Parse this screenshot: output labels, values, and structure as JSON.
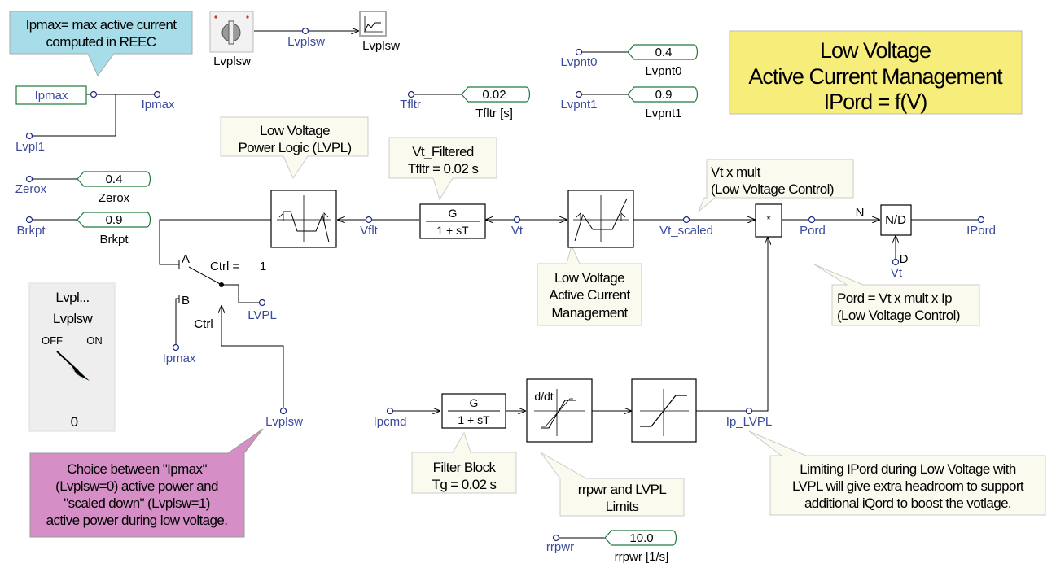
{
  "title": {
    "line1": "Low Voltage",
    "line2": "Active Current Management",
    "line3": "IPord = f(V)"
  },
  "colors": {
    "title_bg": "#f7ed7a",
    "note_cyan": "#a6dde9",
    "note_pink": "#d58fc6",
    "callout_bg": "#fafaee",
    "signal_label": "#3a4a9c",
    "constant_border": "#1e7a3a"
  },
  "notes": {
    "ipmax_note": {
      "line1": "Ipmax= max active current",
      "line2": "computed in REEC"
    },
    "lvpl_logic": {
      "line1": "Low Voltage",
      "line2": "Power Logic (LVPL)"
    },
    "vt_filtered": {
      "line1": "Vt_Filtered",
      "line2": "Tfltr = 0.02 s"
    },
    "vt_mult": {
      "line1": "Vt x mult",
      "line2": "(Low Voltage Control)"
    },
    "lv_acm": {
      "line1": "Low Voltage",
      "line2": "Active Current",
      "line3": "Management"
    },
    "pord_note": {
      "line1": "Pord = Vt x mult x Ip",
      "line2": "(Low Voltage Control)"
    },
    "choice_note": {
      "line1": "Choice between \"Ipmax\"",
      "line2": "(Lvplsw=0) active power and",
      "line3": "\"scaled down\" (Lvplsw=1)",
      "line4": "active power during low voltage."
    },
    "filter_block": {
      "line1": "Filter Block",
      "line2": "Tg = 0.02 s"
    },
    "rrpwr_note": {
      "line1": "rrpwr and LVPL",
      "line2": "Limits"
    },
    "limit_note": {
      "line1": "Limiting IPord during Low Voltage with",
      "line2": "LVPL will give extra headroom to support",
      "line3": "additional iQord to boost the votlage."
    }
  },
  "constants": {
    "ipmax": {
      "value": "Ipmax",
      "port": "Ipmax"
    },
    "zerox": {
      "value": "0.4",
      "name": "Zerox",
      "port": "Zerox"
    },
    "brkpt": {
      "value": "0.9",
      "name": "Brkpt",
      "port": "Brkpt"
    },
    "tfltr": {
      "value": "0.02",
      "name": "Tfltr [s]",
      "port": "Tfltr"
    },
    "lvpnt0": {
      "value": "0.4",
      "name": "Lvpnt0",
      "port": "Lvpnt0"
    },
    "lvpnt1": {
      "value": "0.9",
      "name": "Lvpnt1",
      "port": "Lvpnt1"
    },
    "rrpwr": {
      "value": "10.0",
      "name": "rrpwr [1/s]",
      "port": "rrpwr"
    }
  },
  "switch_widget": {
    "knob_label": "Lvplsw",
    "link_label": "Lvplsw",
    "scope_label": "Lvplsw"
  },
  "toggle_panel": {
    "title": "Lvpl...",
    "name": "Lvplsw",
    "off_label": "OFF",
    "on_label": "ON",
    "value": "0"
  },
  "selector": {
    "input_a": "A",
    "input_b": "B",
    "ctrl_label": "Ctrl",
    "ctrl_eq": "Ctrl =",
    "ctrl_value": "1"
  },
  "blocks": {
    "filter_vt": {
      "num": "G",
      "den": "1 + sT"
    },
    "filter_ip": {
      "num": "G",
      "den": "1 + sT"
    },
    "ddt": {
      "label": "d/dt"
    },
    "mult": {
      "label": "*"
    },
    "div": {
      "label": "N/D",
      "n": "N",
      "d": "D"
    }
  },
  "signals": {
    "lvpl1": "Lvpl1",
    "vflt": "Vflt",
    "vt": "Vt",
    "vt_scaled": "Vt_scaled",
    "pord": "Pord",
    "iPord": "IPord",
    "vt_d": "Vt",
    "lvpl": "LVPL",
    "ipmax_sel": "Ipmax",
    "lvplsw": "Lvplsw",
    "ipcmd": "Ipcmd",
    "ip_lvpl": "Ip_LVPL"
  }
}
